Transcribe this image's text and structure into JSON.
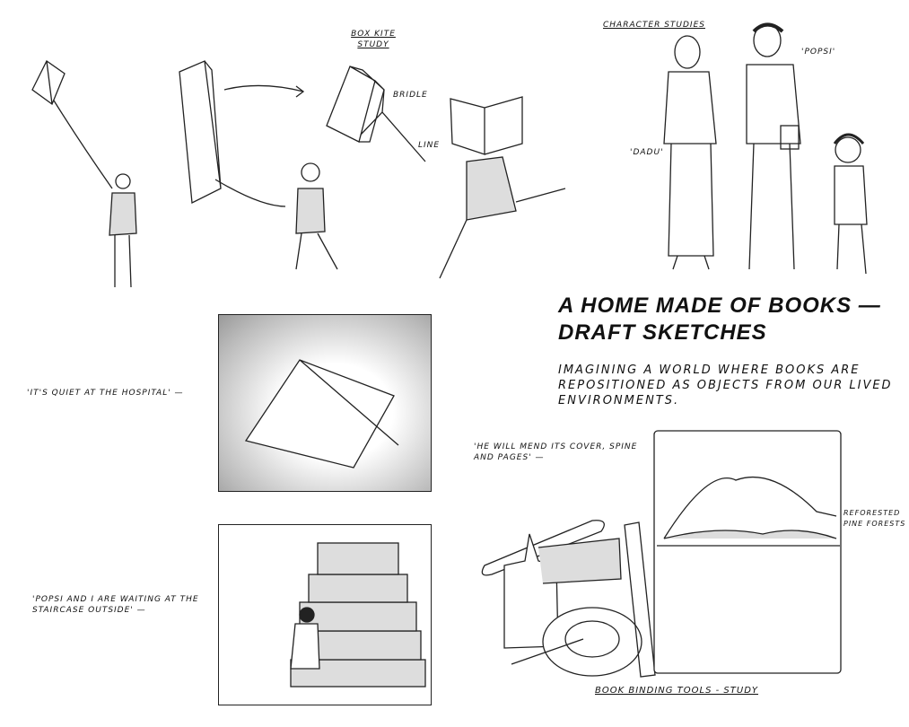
{
  "kite_study": {
    "title": "Box kite study",
    "bridle": "Bridle",
    "line": "Line"
  },
  "characters": {
    "title": "Character studies",
    "dadu": "'Dadu'",
    "popsi": "'Popsi'"
  },
  "header": {
    "title": "A Home Made of Books — Draft Sketches",
    "subtitle": "Imagining a world where books are repositioned as objects from our lived environments."
  },
  "captions": {
    "hospital": "'It's quiet at the hospital' —",
    "staircase": "'Popsi and I are waiting at the staircase outside' —",
    "mend": "'He will mend its cover, spine and pages' —",
    "pine": "Reforested pine forests",
    "tools": "Book binding tools - study"
  }
}
